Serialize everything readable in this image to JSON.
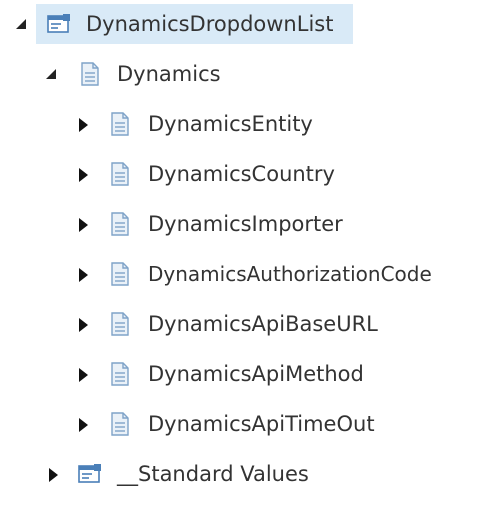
{
  "tree": {
    "root": {
      "label": "DynamicsDropdownList",
      "expanded": true,
      "selected": true,
      "icon": "dropdown-list-icon"
    },
    "folder": {
      "label": "Dynamics",
      "expanded": true,
      "icon": "document-icon"
    },
    "items": [
      {
        "label": "DynamicsEntity",
        "icon": "document-icon",
        "expanded": false
      },
      {
        "label": "DynamicsCountry",
        "icon": "document-icon",
        "expanded": false
      },
      {
        "label": "DynamicsImporter",
        "icon": "document-icon",
        "expanded": false
      },
      {
        "label": "DynamicsAuthorizationCode",
        "icon": "document-icon",
        "expanded": false
      },
      {
        "label": "DynamicsApiBaseURL",
        "icon": "document-icon",
        "expanded": false
      },
      {
        "label": "DynamicsApiMethod",
        "icon": "document-icon",
        "expanded": false
      },
      {
        "label": "DynamicsApiTimeOut",
        "icon": "document-icon",
        "expanded": false
      }
    ],
    "standard": {
      "label": "__Standard Values",
      "icon": "dropdown-list-icon",
      "expanded": false
    }
  },
  "colors": {
    "selection_bg": "#d9eaf7",
    "icon_blue": "#5b8fc7",
    "text": "#333333"
  }
}
